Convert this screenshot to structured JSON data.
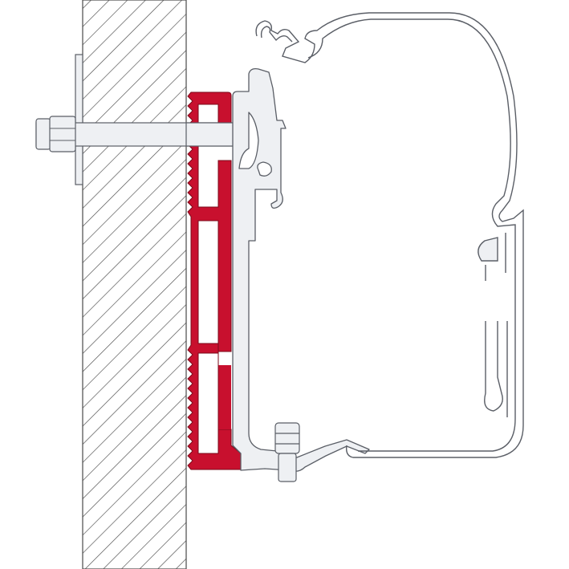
{
  "colors": {
    "bracket": "#c8102e",
    "metal_fill": "#eef0f3",
    "outline": "#5a5e66",
    "wall_hatch": "#4a4a4a",
    "background": "#ffffff"
  },
  "parts": [
    "wall",
    "wall-plate",
    "bolt",
    "nut",
    "adapter-bracket",
    "rail-profile",
    "awning-case",
    "screw"
  ]
}
